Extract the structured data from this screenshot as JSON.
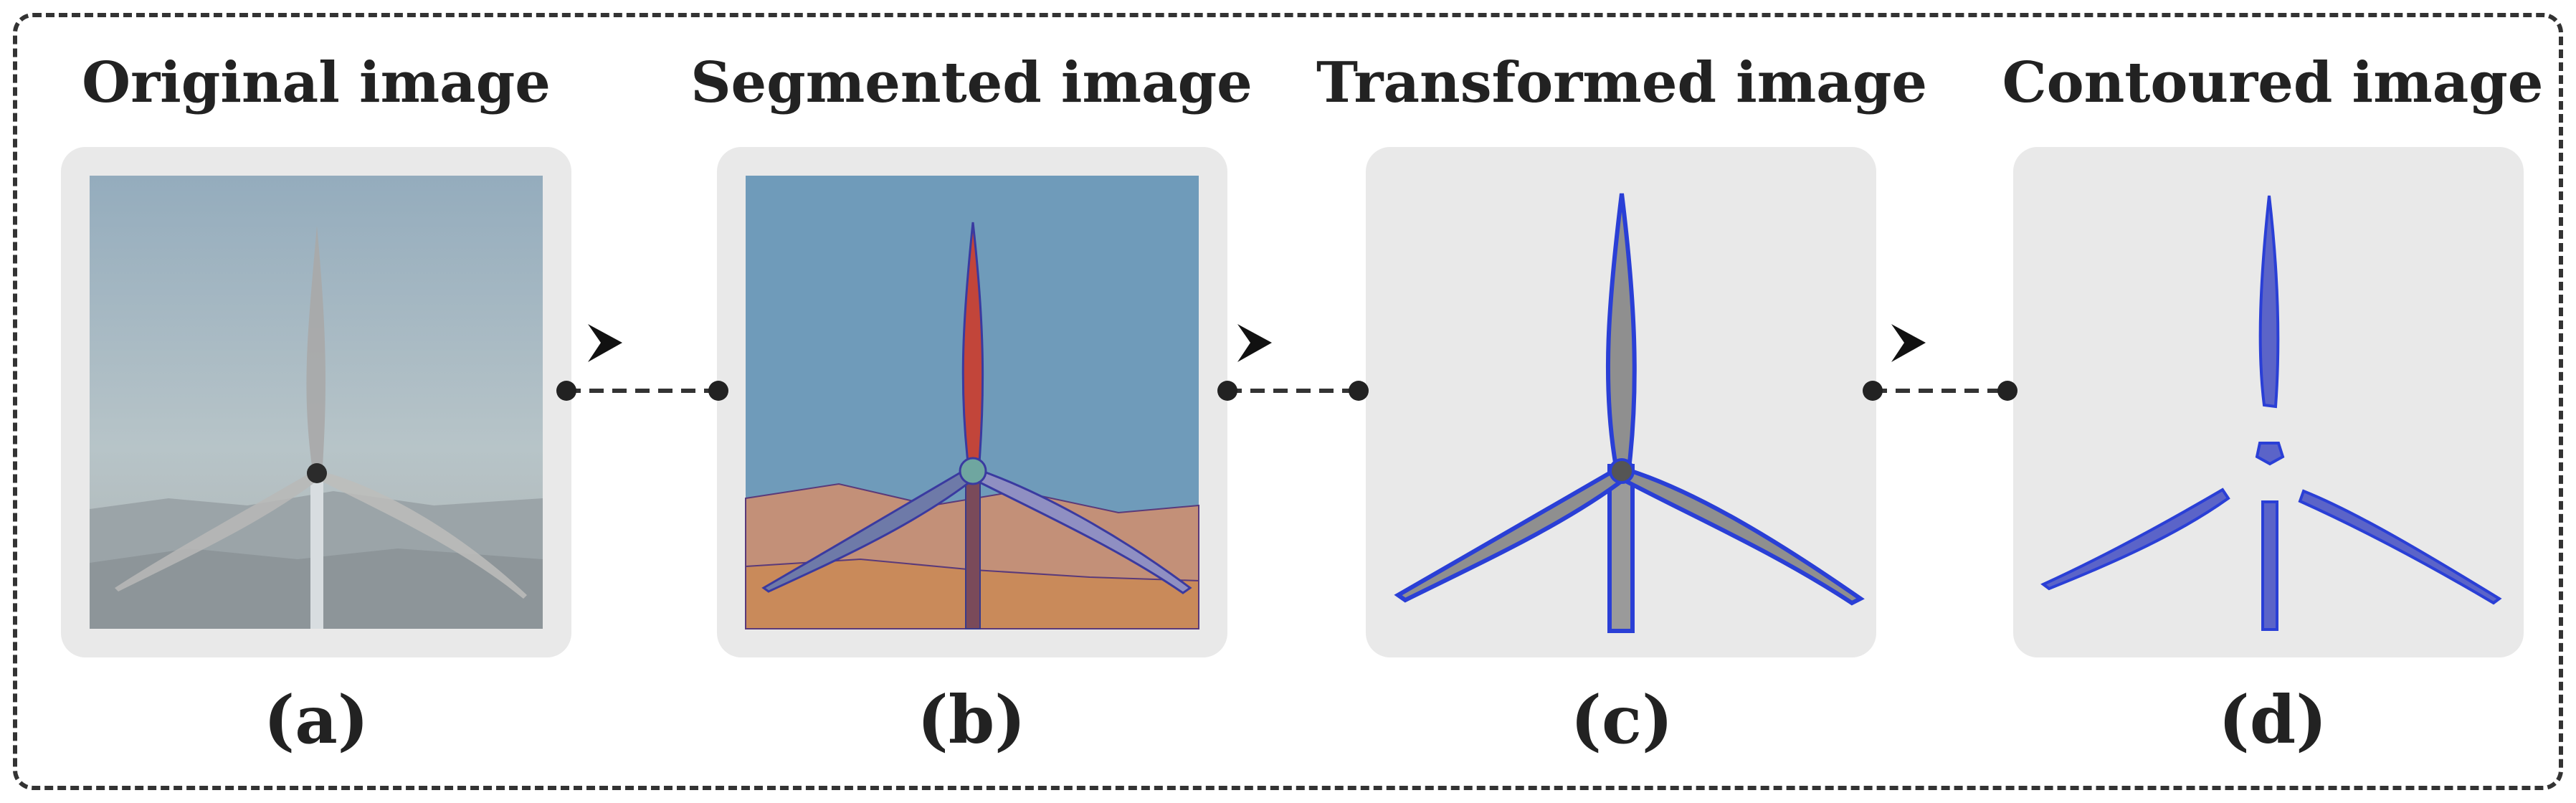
{
  "panels": [
    {
      "title": "Original image",
      "label": "(a)"
    },
    {
      "title": "Segmented image",
      "label": "(b)"
    },
    {
      "title": "Transformed image",
      "label": "(c)"
    },
    {
      "title": "Contoured image",
      "label": "(d)"
    }
  ],
  "colors": {
    "frame": "#333333",
    "tile_bg": "#e9e9e9",
    "sky_photo": "#9fb6c4",
    "sky_segment": "#6f9bba",
    "blade_segment": "#c2453a",
    "blade_blue": "#2a3fd6",
    "ground_segment": "#c98a5a"
  }
}
